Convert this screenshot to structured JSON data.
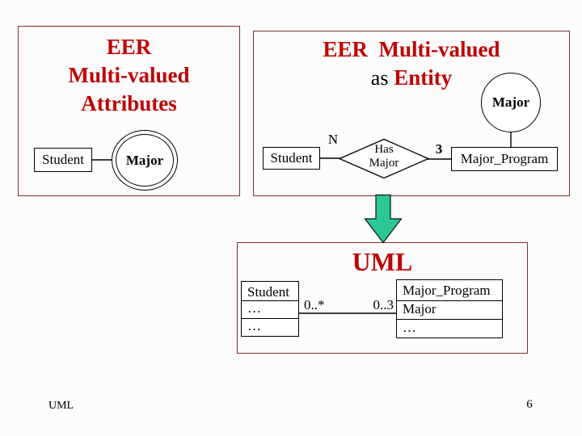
{
  "colors": {
    "background": "#fcfcfc",
    "panel_border": "#7f2f2f",
    "title_red": "#c00000",
    "arrow_green": "#2cc897"
  },
  "left_panel": {
    "title_lines": [
      "EER",
      "Multi-valued",
      "Attributes"
    ],
    "entity": "Student",
    "multivalued_attribute": "Major"
  },
  "right_panel": {
    "title_line1": "EER  Multi-valued",
    "title_as": "as",
    "title_entity": "Entity",
    "entity_left": "Student",
    "cardinality_left": "N",
    "relationship_line1": "Has",
    "relationship_line2": "Major",
    "cardinality_right": "3",
    "entity_right": "Major_Program",
    "attribute": "Major"
  },
  "uml_panel": {
    "title": "UML",
    "left_class": {
      "name": "Student",
      "attributes": [
        "…",
        "…"
      ]
    },
    "right_class": {
      "name": "Major_Program",
      "attributes": [
        "Major",
        "…"
      ]
    },
    "multiplicity_left": "0..*",
    "multiplicity_right": "0..3"
  },
  "footer": {
    "label": "UML",
    "page_number": "6"
  }
}
